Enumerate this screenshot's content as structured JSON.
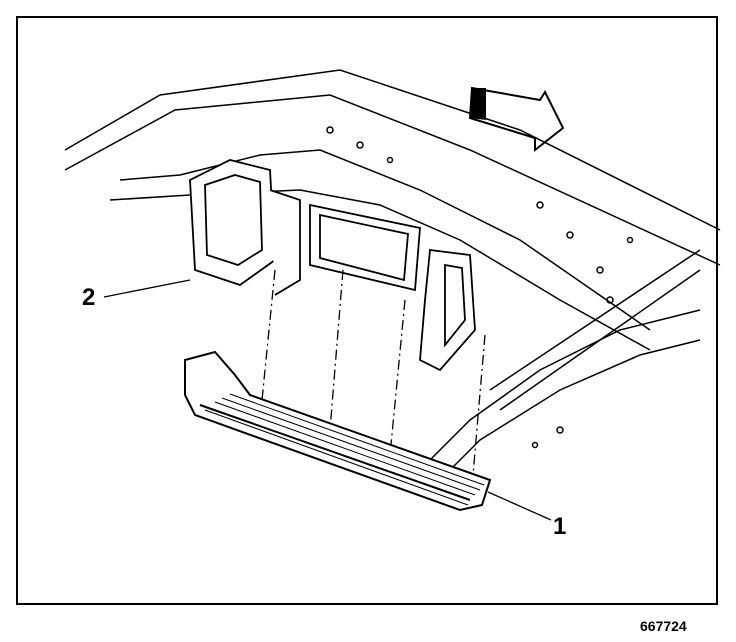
{
  "callouts": {
    "running_board": "1",
    "bracket": "2"
  },
  "figure_number": "667724"
}
